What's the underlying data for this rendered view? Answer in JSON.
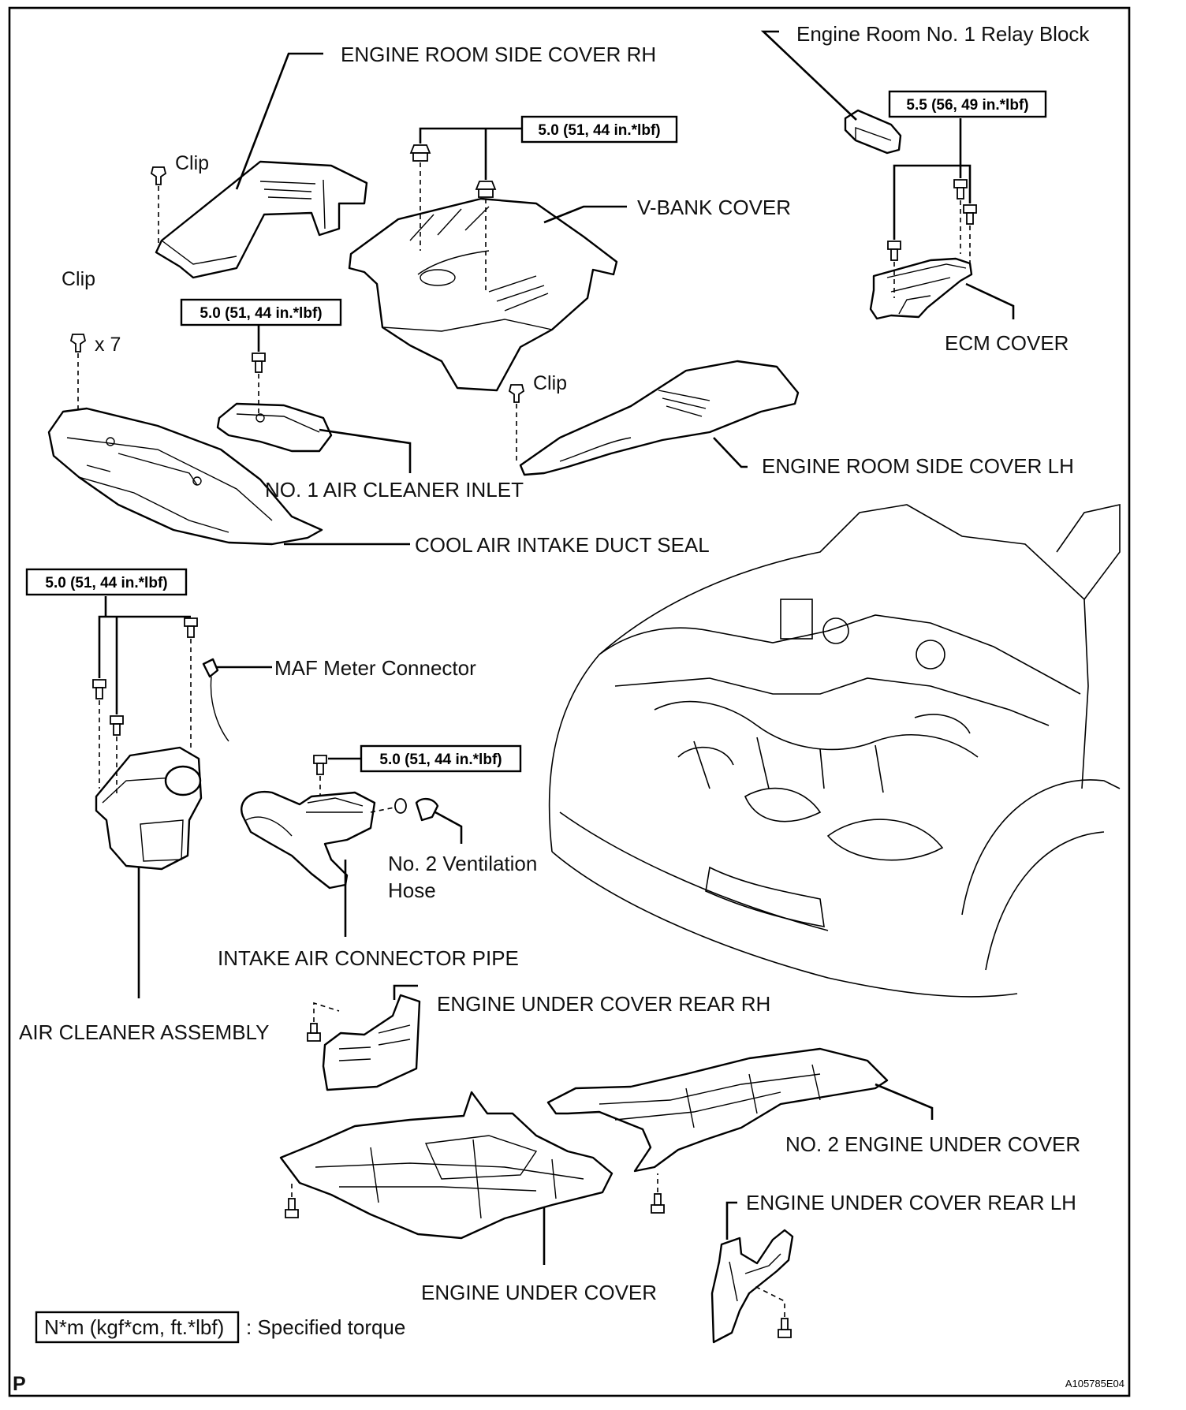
{
  "labels": {
    "engine_room_side_cover_rh": "ENGINE ROOM SIDE COVER RH",
    "engine_room_relay_block": "Engine Room No. 1 Relay Block",
    "clip_1": "Clip",
    "clip_2": "Clip",
    "clip_3": "Clip",
    "x7": "x 7",
    "v_bank_cover": "V-BANK COVER",
    "ecm_cover": "ECM COVER",
    "engine_room_side_cover_lh": "ENGINE ROOM SIDE COVER LH",
    "no1_air_cleaner_inlet": "NO. 1 AIR CLEANER INLET",
    "cool_air_intake_duct_seal": "COOL AIR INTAKE DUCT SEAL",
    "maf_meter_connector": "MAF Meter Connector",
    "no2_ventilation_hose_line1": "No. 2 Ventilation",
    "no2_ventilation_hose_line2": "Hose",
    "intake_air_connector_pipe": "INTAKE AIR CONNECTOR PIPE",
    "air_cleaner_assembly": "AIR CLEANER ASSEMBLY",
    "engine_under_cover_rear_rh": "ENGINE UNDER COVER REAR RH",
    "no2_engine_under_cover": "NO. 2 ENGINE UNDER COVER",
    "engine_under_cover_rear_lh": "ENGINE UNDER COVER REAR LH",
    "engine_under_cover": "ENGINE UNDER COVER"
  },
  "torque": {
    "v_bank": "5.0 (51, 44 in.*lbf)",
    "ecm": "5.5 (56, 49 in.*lbf)",
    "inlet": "5.0 (51, 44 in.*lbf)",
    "air_cleaner": "5.0 (51, 44 in.*lbf)",
    "connector_pipe": "5.0 (51, 44 in.*lbf)"
  },
  "legend": {
    "box_text": "N*m (kgf*cm, ft.*lbf)",
    "desc": ": Specified torque"
  },
  "footer": {
    "corner_mark": "P",
    "figure_id": "A105785E04"
  }
}
